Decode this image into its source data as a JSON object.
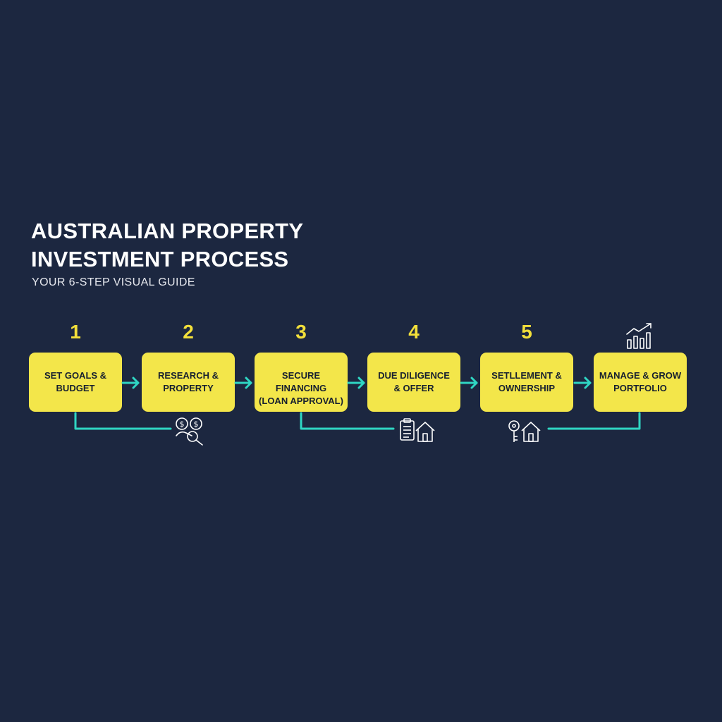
{
  "title_line1": "AUSTRALIAN PROPERTY",
  "title_line2": "INVESTMENT PROCESS",
  "subtitle": "YOUR 6-STEP VISUAL GUIDE",
  "colors": {
    "background": "#1c2740",
    "box": "#f3e64a",
    "number": "#f2df3a",
    "connector": "#2fd6c3",
    "text_dark": "#17202f"
  },
  "steps": [
    {
      "number": "1",
      "label": "SET GOALS &\nBUDGET"
    },
    {
      "number": "2",
      "label": "RESEARCH &\nPROPERTY"
    },
    {
      "number": "3",
      "label": "SECURE FINANCING\n(LOAN APPROVAL)"
    },
    {
      "number": "4",
      "label": "DUE DILIGENCE\n& OFFER"
    },
    {
      "number": "5",
      "label": "SETLLEMENT &\nOWNERSHIP"
    },
    {
      "number": "",
      "label": "MANAGE & GROW\nPORTFOLIO"
    }
  ],
  "icons": [
    "money-search-icon",
    "clipboard-house-icon",
    "key-house-icon",
    "growth-chart-icon"
  ]
}
